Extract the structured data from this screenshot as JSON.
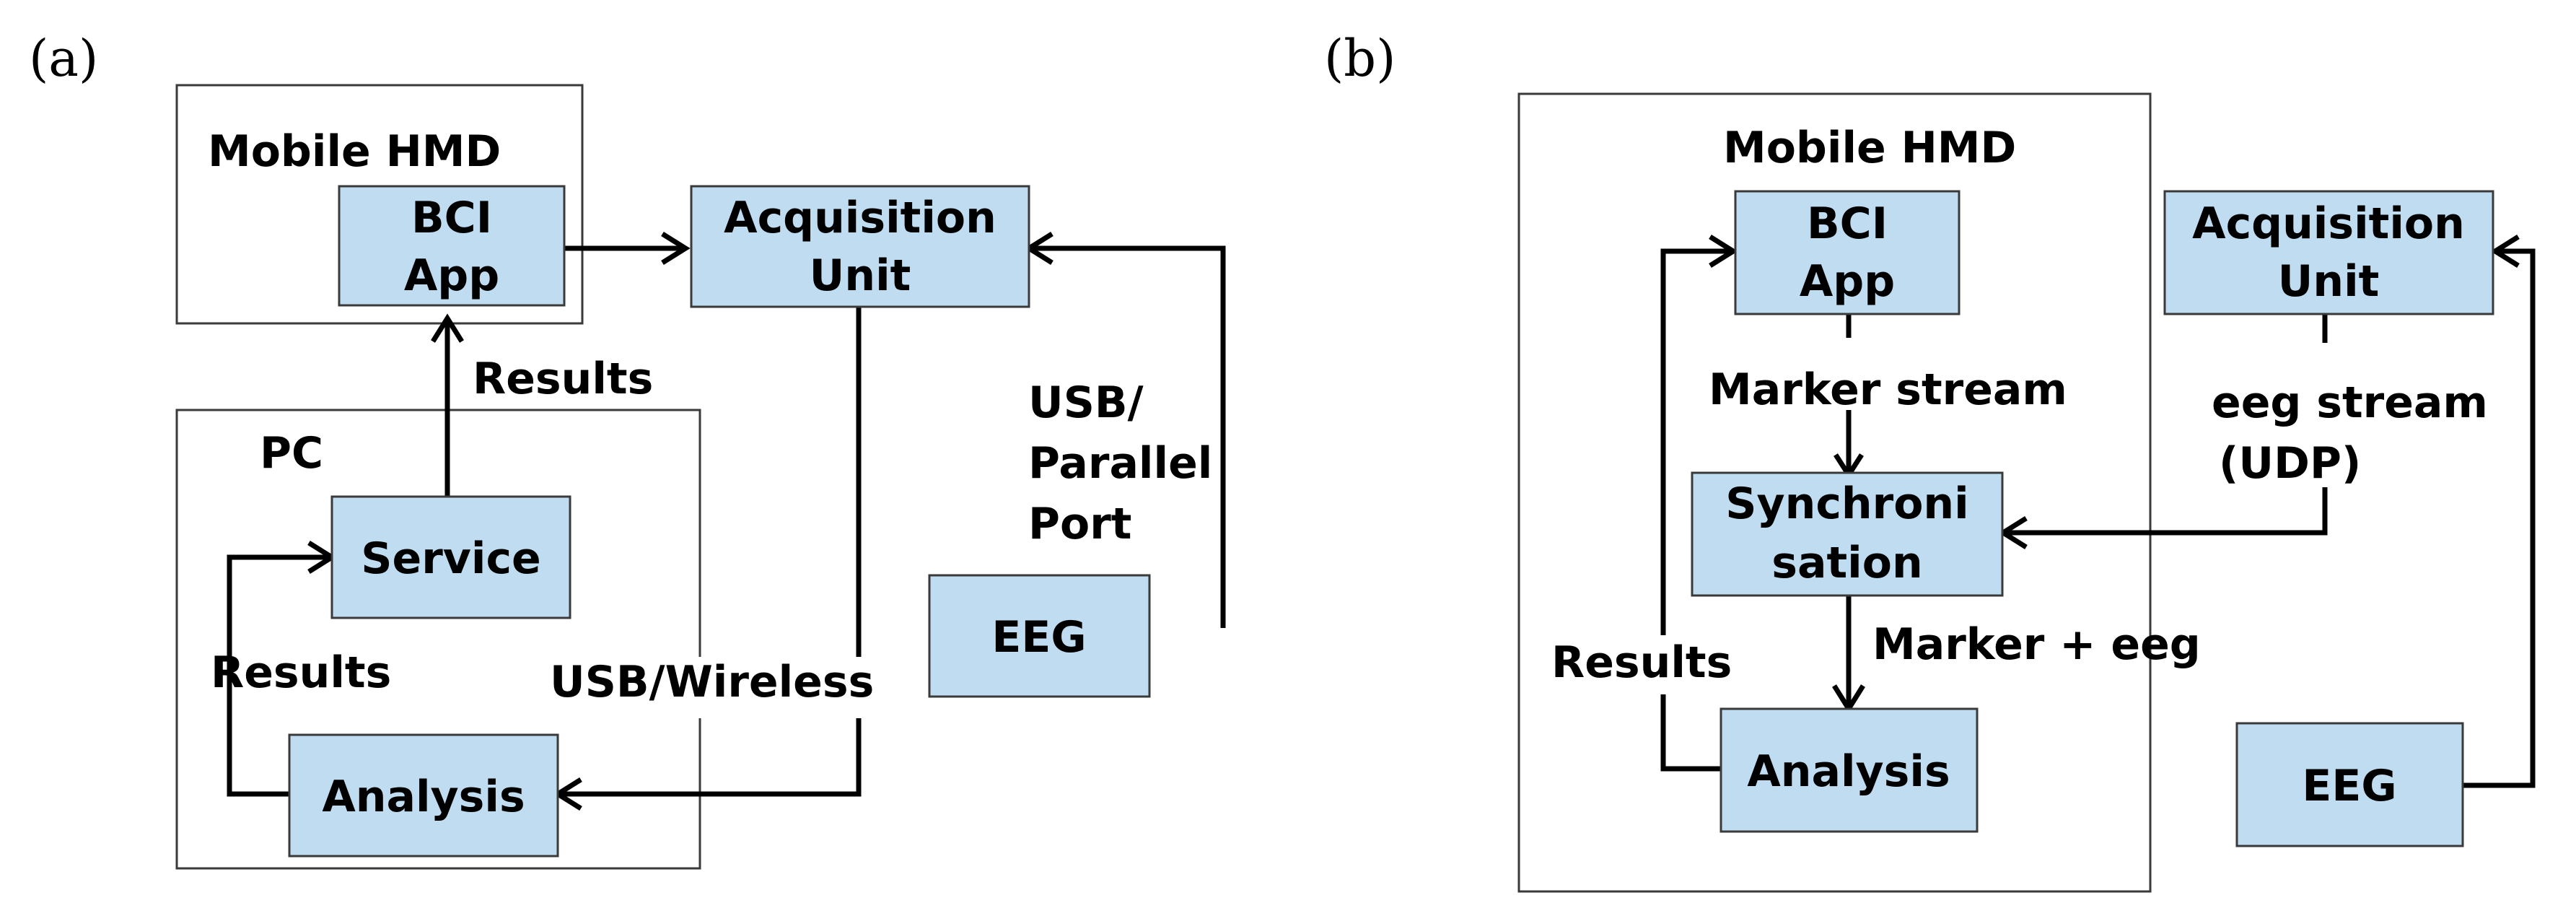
{
  "panels": {
    "a": {
      "label": "(a)",
      "groups": {
        "hmd": "Mobile HMD",
        "pc": "PC"
      },
      "nodes": {
        "bci_app": [
          "BCI",
          "App"
        ],
        "acquisition": [
          "Acquisition",
          "Unit"
        ],
        "service": [
          "Service"
        ],
        "analysis": [
          "Analysis"
        ],
        "eeg": [
          "EEG"
        ]
      },
      "edge_labels": {
        "results_up": [
          "Results"
        ],
        "results_loop": [
          "Results"
        ],
        "usb_wireless": [
          "USB/Wireless"
        ],
        "usb_parallel": [
          "USB/",
          "Parallel",
          "Port"
        ]
      }
    },
    "b": {
      "label": "(b)",
      "groups": {
        "hmd": "Mobile HMD"
      },
      "nodes": {
        "bci_app": [
          "BCI",
          "App"
        ],
        "acquisition": [
          "Acquisition",
          "Unit"
        ],
        "sync": [
          "Synchroni",
          "sation"
        ],
        "analysis": [
          "Analysis"
        ],
        "eeg": [
          "EEG"
        ]
      },
      "edge_labels": {
        "marker_stream": [
          "Marker stream"
        ],
        "eeg_stream": [
          "eeg stream",
          "(UDP)"
        ],
        "marker_eeg": [
          "Marker + eeg"
        ],
        "results": [
          "Results"
        ]
      }
    }
  }
}
